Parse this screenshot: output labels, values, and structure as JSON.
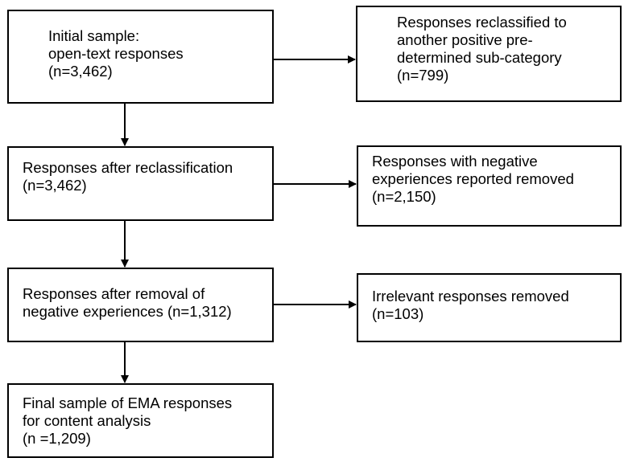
{
  "colors": {
    "stroke": "#000000",
    "background": "#ffffff",
    "text": "#000000"
  },
  "flow": {
    "initial": {
      "lines": [
        "Initial sample:",
        "open-text responses",
        "(n=3,462)"
      ]
    },
    "reclassified": {
      "lines": [
        "Responses reclassified to",
        "another positive pre-",
        "determined sub-category",
        "(n=799)"
      ]
    },
    "after_reclass": {
      "lines": [
        "Responses after reclassification",
        "(n=3,462)"
      ]
    },
    "negative_removed": {
      "lines": [
        "Responses with negative",
        "experiences reported removed",
        "(n=2,150)"
      ]
    },
    "after_negative": {
      "lines": [
        "Responses after removal of",
        "negative experiences (n=1,312)"
      ]
    },
    "irrelevant_removed": {
      "lines": [
        "Irrelevant responses removed",
        "(n=103)"
      ]
    },
    "final": {
      "lines": [
        "Final sample of EMA responses",
        "for content analysis",
        "(n =1,209)"
      ]
    }
  }
}
